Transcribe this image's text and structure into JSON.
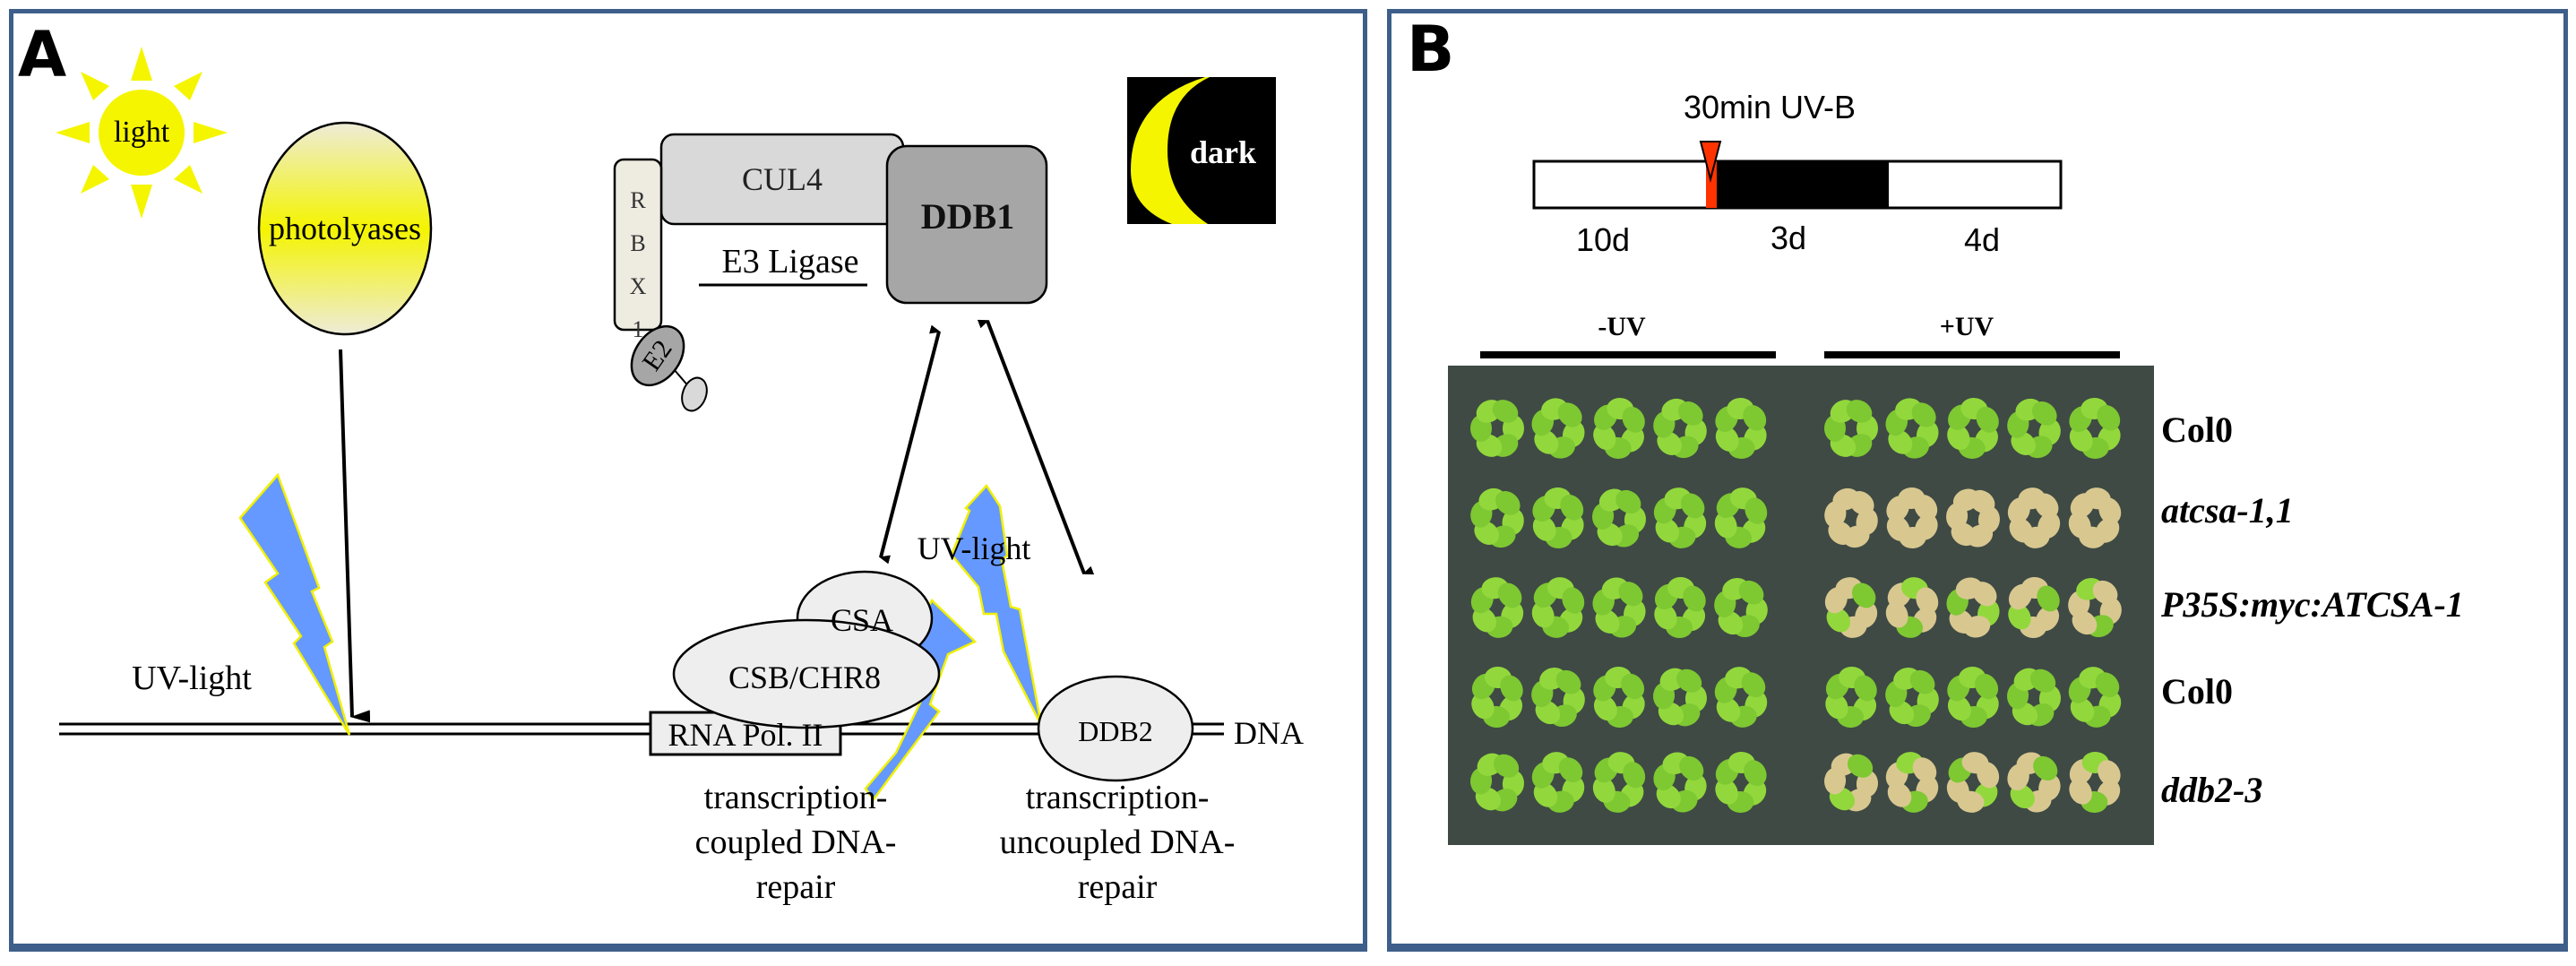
{
  "panel_a": {
    "letter": "A",
    "sun_label": "light",
    "photolyases_label": "photolyases",
    "rbx1_letters": [
      "R",
      "B",
      "X",
      "1"
    ],
    "cul4_label": "CUL4",
    "e3_ligase_label": "E3 Ligase",
    "ddb1_label": "DDB1",
    "e2_label": "E2",
    "dark_label": "dark",
    "uv_light_left_label": "UV-light",
    "uv_light_right_label": "UV-light",
    "csa_label": "CSA",
    "csb_label": "CSB/CHR8",
    "rna_pol_label": "RNA Pol. II",
    "ddb2_label": "DDB2",
    "dna_label": "DNA",
    "tc_repair_lines": [
      "transcription-",
      "coupled DNA-",
      "repair"
    ],
    "tu_repair_lines": [
      "transcription-",
      "uncoupled DNA-",
      "repair"
    ],
    "colors": {
      "sun": "#f5f500",
      "lightning": "#6699ff",
      "lightning_outline": "#f0f000",
      "cul4": "#d9d9d9",
      "ddb1": "#a6a6a6",
      "rbx1": "#eeece1",
      "protein_ellipse": "#eeeeee",
      "border": "#3d5f8a"
    }
  },
  "panel_b": {
    "letter": "B",
    "treatment_label": "30min UV-B",
    "timeline": [
      {
        "label": "10d",
        "condition": "light",
        "color": "#ffffff"
      },
      {
        "label": "3d",
        "condition": "dark",
        "color": "#000000"
      },
      {
        "label": "4d",
        "condition": "light",
        "color": "#ffffff"
      }
    ],
    "uv_marker_color": "#ff3300",
    "group_labels": [
      "-UV",
      "+UV"
    ],
    "genotypes": [
      {
        "label": "Col0",
        "italic": false,
        "uv_damage": "low"
      },
      {
        "label": "atcsa-1,1",
        "italic": true,
        "uv_damage": "high"
      },
      {
        "label": "P35S:myc:ATCSA-1",
        "italic": true,
        "uv_damage": "medium"
      },
      {
        "label": "Col0",
        "italic": false,
        "uv_damage": "low"
      },
      {
        "label": "ddb2-3",
        "italic": true,
        "uv_damage": "medium"
      }
    ],
    "plants_per_group": 5
  }
}
